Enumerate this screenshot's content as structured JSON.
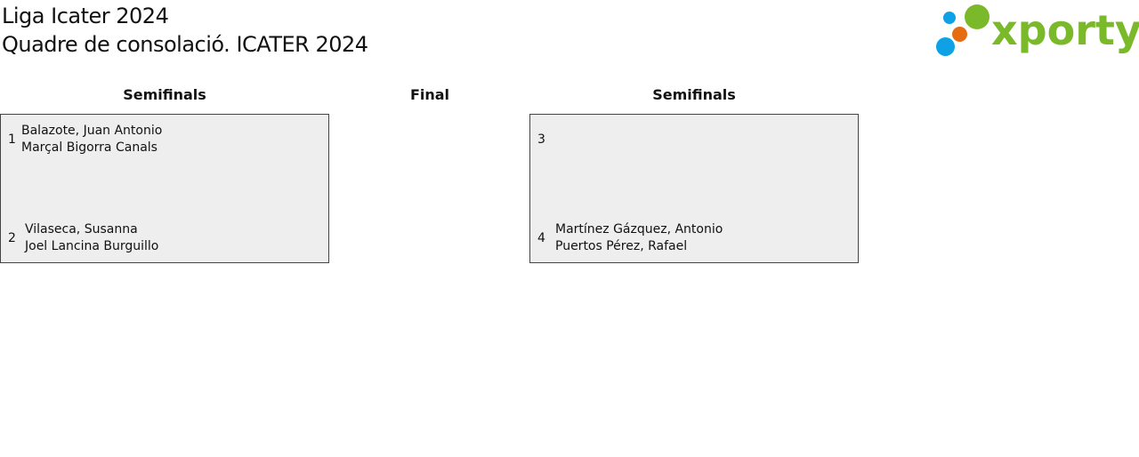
{
  "header": {
    "title": "Liga Icater 2024",
    "subtitle": "Quadre de consolació. ICATER 2024"
  },
  "logo": {
    "text": "xporty",
    "colors": {
      "text": "#7ab929",
      "dot_green": "#7ab929",
      "dot_orange": "#e66c12",
      "dot_blue": "#0ea1e6"
    }
  },
  "rounds": [
    {
      "label": "Semifinals"
    },
    {
      "label": "Final"
    },
    {
      "label": "Semifinals"
    }
  ],
  "matches": [
    {
      "slots": [
        {
          "seed": "1",
          "players": [
            "Balazote, Juan Antonio",
            "Marçal Bigorra Canals"
          ]
        },
        {
          "seed": "2",
          "players": [
            "Vilaseca, Susanna",
            "Joel Lancina Burguillo"
          ]
        }
      ]
    },
    {
      "slots": [
        {
          "seed": "3",
          "players": []
        },
        {
          "seed": "4",
          "players": [
            "Martínez Gázquez, Antonio",
            "Puertos Pérez, Rafael"
          ]
        }
      ]
    }
  ]
}
